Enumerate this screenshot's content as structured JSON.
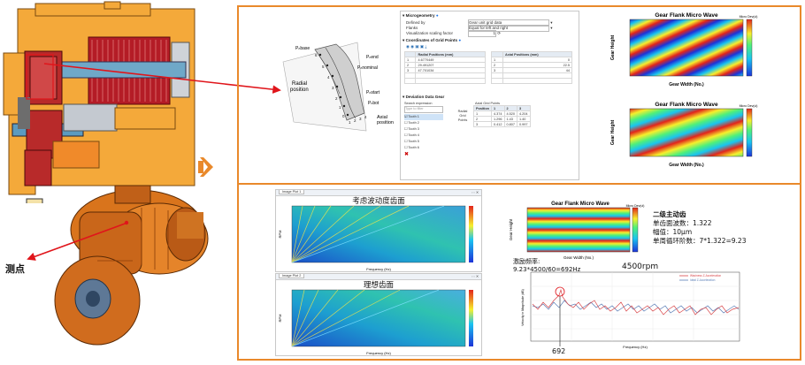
{
  "left": {
    "measure_point_label": "测点"
  },
  "gear_diagram": {
    "labels": {
      "p_nbase": "Pₙbase",
      "p_nend": "Pₙend",
      "p_nnominal": "Pₙnominal",
      "p_nstart": "Pₙstart",
      "p_nbot": "Pₙbot",
      "radial_position": "Radial\nposition",
      "axial_position": "Axial\nposition"
    },
    "radial_ticks": [
      "6",
      "5",
      "4",
      "3",
      "2",
      "1",
      "0"
    ],
    "axial_ticks": [
      "1",
      "2",
      "3",
      "4"
    ]
  },
  "settings_panel": {
    "section_micro": "Microgeometry",
    "rows": [
      {
        "label": "Defined by",
        "value": "Gear unit grid data"
      },
      {
        "label": "Flanks",
        "value": "Equal for left and right"
      },
      {
        "label": "Visualization scaling factor",
        "value": "1"
      }
    ],
    "section_coords": "Coordinates of Grid Points",
    "radial_header": "Radial Positions (mm)",
    "axial_header": "Axial Positions (mm)",
    "radial_rows": [
      [
        "1",
        "4.6770449"
      ],
      [
        "2",
        "29.491207"
      ],
      [
        "3",
        "47.701034"
      ]
    ],
    "axial_rows": [
      [
        "1",
        "0"
      ],
      [
        "2",
        "22.5"
      ],
      [
        "3",
        "44"
      ]
    ],
    "section_deviation": "Deviation Data Gear",
    "search_label": "Search expression",
    "filter_placeholder": "Type to filter",
    "teeth": [
      "Tooth 1",
      "Tooth 2",
      "Tooth 3",
      "Tooth 4",
      "Tooth 5",
      "Tooth 6"
    ],
    "axial_grid_label": "Axial Grid Points",
    "radial_grid_label": "Radial\nGrid\nPoints",
    "dev_header": [
      "Position",
      "1",
      "2",
      "3"
    ],
    "dev_rows": [
      [
        "1",
        "4.374",
        "4.520",
        "4.204"
      ],
      [
        "2",
        "1.296",
        "1.43",
        "1.40"
      ],
      [
        "3",
        "0.412",
        "0.807",
        "0.997"
      ]
    ]
  },
  "top_right_plots": [
    {
      "title": "Gear Flank Micro Wave",
      "xlabel": "Gear Width (No.)",
      "ylabel": "Gear Height",
      "cbar": "Micro Dev(ul)"
    },
    {
      "title": "Gear Flank Micro Wave",
      "xlabel": "Gear Width (No.)",
      "ylabel": "Gear Height",
      "cbar": "Micro Dev(ul)"
    }
  ],
  "spectrograms": [
    {
      "title": "考虑波动度齿面",
      "tab": "Image Plot 1",
      "xlabel": "Frequency (Hz)",
      "ylabel": "RPM"
    },
    {
      "title": "理想齿面",
      "tab": "Image Plot 2",
      "xlabel": "Frequency (Hz)",
      "ylabel": "RPM"
    }
  ],
  "bottom_right": {
    "plot_title": "Gear Flank Micro Wave",
    "plot_xlabel": "Gear Width (No.)",
    "plot_ylabel": "Gear Height",
    "cbar_label": "Micro Dev(ul)",
    "info_title": "二级主动齿",
    "info_lines": [
      "单齿面波数：1.322",
      "幅值：10μm",
      "单周循环阶数：7*1.322=9.23"
    ],
    "excitation_label": "激励频率:",
    "excitation_formula": "9.23*4500/60=692Hz",
    "rpm_label": "4500rpm",
    "marker_label": "692",
    "line_xlabel": "Frequency (Hz)",
    "line_ylabel": "Velocity in Magnitude (dB)",
    "legend": [
      "Waviness Z-Acceleration",
      "Ideal Z-Acceleration"
    ]
  },
  "colors": {
    "accent": "#e9892b",
    "casing": "#f0a23a",
    "red_part": "#c8202a",
    "arrow": "#e0151b"
  }
}
